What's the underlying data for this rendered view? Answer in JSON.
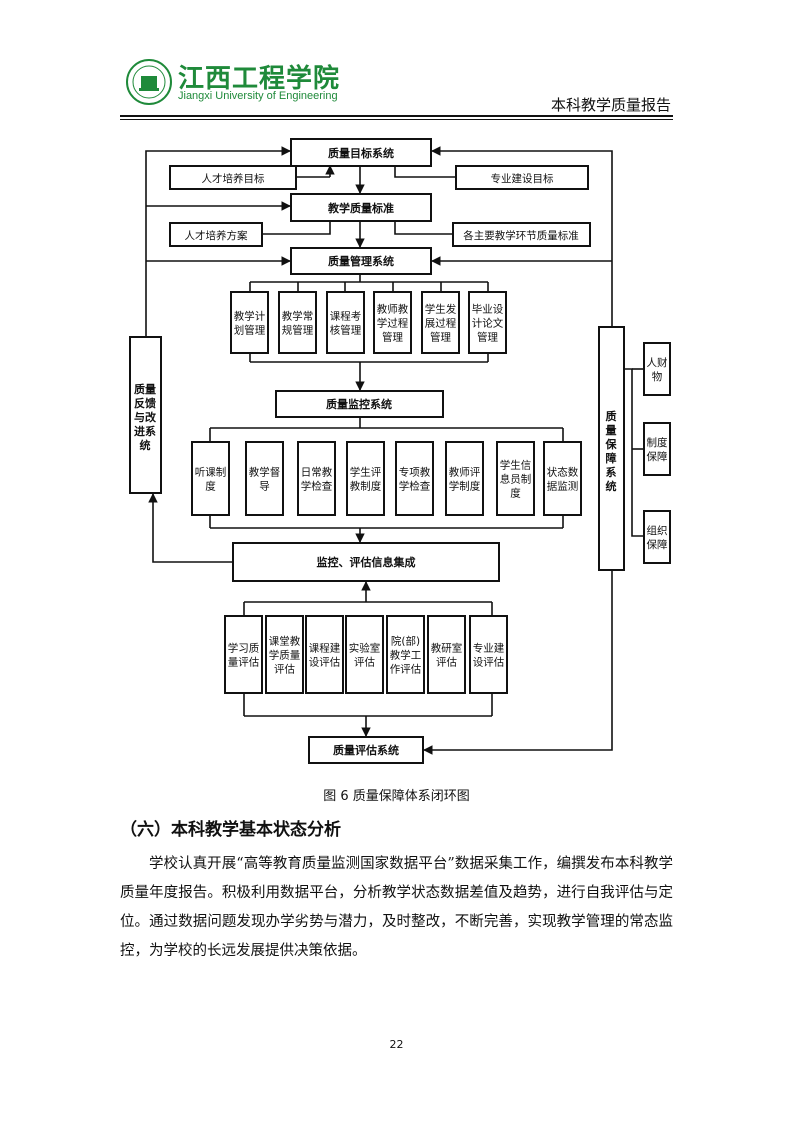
{
  "header": {
    "logo_cn": "江西工程学院",
    "logo_en": "Jiangxi University of Engineering",
    "report_title": "本科教学质量报告"
  },
  "diagram": {
    "goal_system": "质量目标系统",
    "talent_goal": "人才培养目标",
    "major_goal": "专业建设目标",
    "standard": "教学质量标准",
    "talent_plan": "人才培养方案",
    "link_standard": "各主要教学环节质量标准",
    "mgmt_system": "质量管理系统",
    "mgmt_items": [
      [
        "教学计",
        "划管理"
      ],
      [
        "教学常",
        "规管理"
      ],
      [
        "课程考",
        "核管理"
      ],
      [
        "教师教",
        "学过程",
        "管理"
      ],
      [
        "学生发",
        "展过程",
        "管理"
      ],
      [
        "毕业设",
        "计论文",
        "管理"
      ]
    ],
    "monitor_system": "质量监控系统",
    "monitor_items": [
      [
        "听课制",
        "度"
      ],
      [
        "教学督",
        "导"
      ],
      [
        "日常教",
        "学检查"
      ],
      [
        "学生评",
        "教制度"
      ],
      [
        "专项教",
        "学检查"
      ],
      [
        "教师评",
        "学制度"
      ],
      [
        "学生信",
        "息员制",
        "度"
      ],
      [
        "状态数",
        "据监测"
      ]
    ],
    "integration": "监控、评估信息集成",
    "eval_items": [
      [
        "学习质",
        "量评估"
      ],
      [
        "课堂教",
        "学质量",
        "评估"
      ],
      [
        "课程建",
        "设评估"
      ],
      [
        "实验室",
        "评估"
      ],
      [
        "院(部)",
        "教学工",
        "作评估"
      ],
      [
        "教研室",
        "评估"
      ],
      [
        "专业建",
        "设评估"
      ]
    ],
    "eval_system": "质量评估系统",
    "feedback": [
      "质量",
      "反馈",
      "与改",
      "进系",
      "统"
    ],
    "guarantee": [
      "质",
      "量",
      "保",
      "障",
      "系",
      "统"
    ],
    "guarantee_items": [
      [
        "人财",
        "物"
      ],
      [
        "制度",
        "保障"
      ],
      [
        "组织",
        "保障"
      ]
    ]
  },
  "caption": "图 6  质量保障体系闭环图",
  "section_title": "（六）本科教学基本状态分析",
  "paragraph": "学校认真开展“高等教育质量监测国家数据平台”数据采集工作，编撰发布本科教学质量年度报告。积极利用数据平台，分析教学状态数据差值及趋势，进行自我评估与定位。通过数据问题发现办学劣势与潜力，及时整改，不断完善，实现教学管理的常态监控，为学校的长远发展提供决策依据。",
  "page_number": "22"
}
